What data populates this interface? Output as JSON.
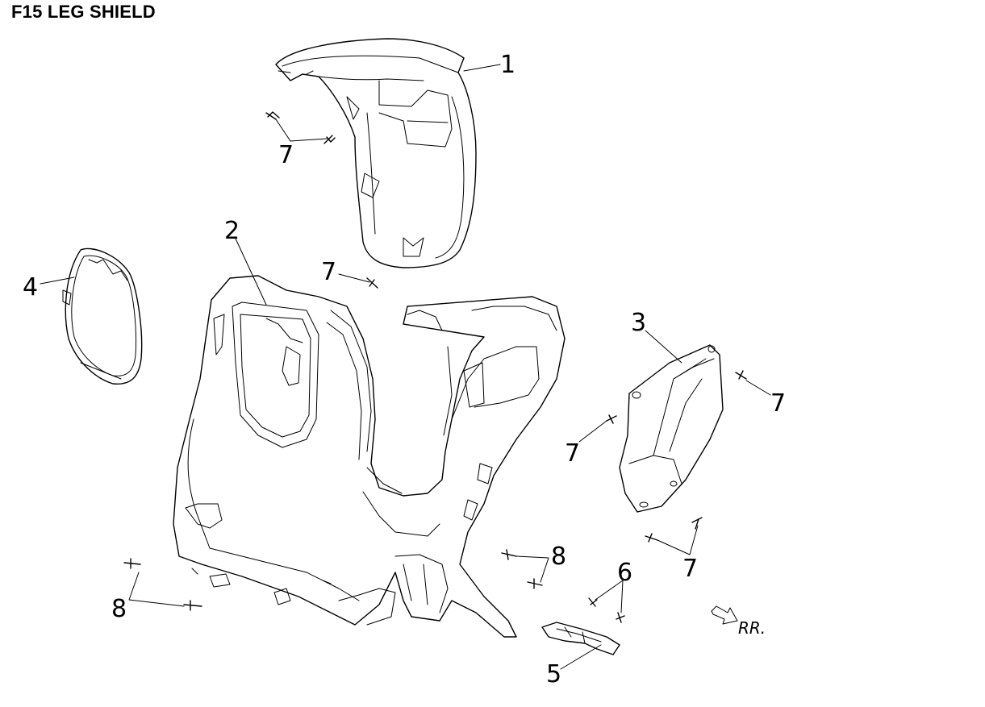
{
  "title": "F15 LEG SHIELD",
  "callouts": {
    "c1": "1",
    "c2": "2",
    "c3": "3",
    "c4": "4",
    "c5": "5",
    "c6": "6",
    "c7a": "7",
    "c7b": "7",
    "c7c": "7",
    "c7d": "7",
    "c7e": "7",
    "c8a": "8",
    "c8b": "8"
  },
  "direction_label": "RR."
}
